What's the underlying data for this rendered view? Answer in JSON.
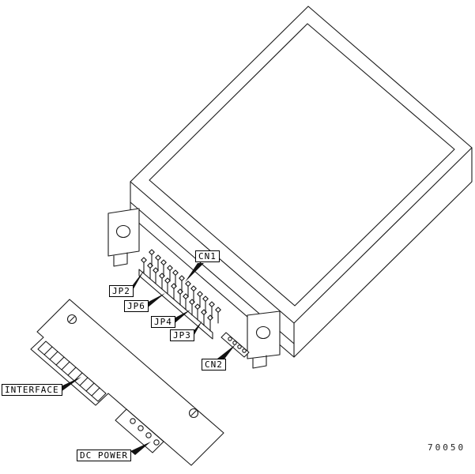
{
  "figure_number": "70050",
  "callouts": {
    "cn1": "CN1",
    "jp2": "JP2",
    "jp6": "JP6",
    "jp4": "JP4",
    "jp3": "JP3",
    "cn2": "CN2",
    "interface": "INTERFACE",
    "dc_power": "DC POWER"
  }
}
